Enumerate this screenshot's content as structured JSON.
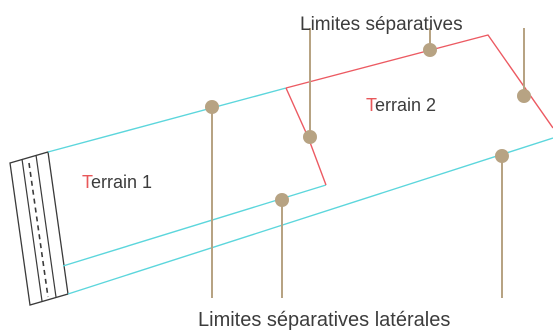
{
  "labels": {
    "top": "Limites séparatives",
    "bottom": "Limites séparatives latérales",
    "terrain1_initial": "T",
    "terrain1_rest": "errain 1",
    "terrain2_initial": "T",
    "terrain2_rest": "errain 2"
  },
  "colors": {
    "side_boundary": "#5cd6dc",
    "rear_boundary": "#ec5a62",
    "marker": "#b7a383",
    "road": "#3a3a3a",
    "text": "#3c3c3c",
    "initial_letter": "#e8585a"
  },
  "icons": {
    "road": "road-strip-icon",
    "marker": "point-marker-icon"
  }
}
